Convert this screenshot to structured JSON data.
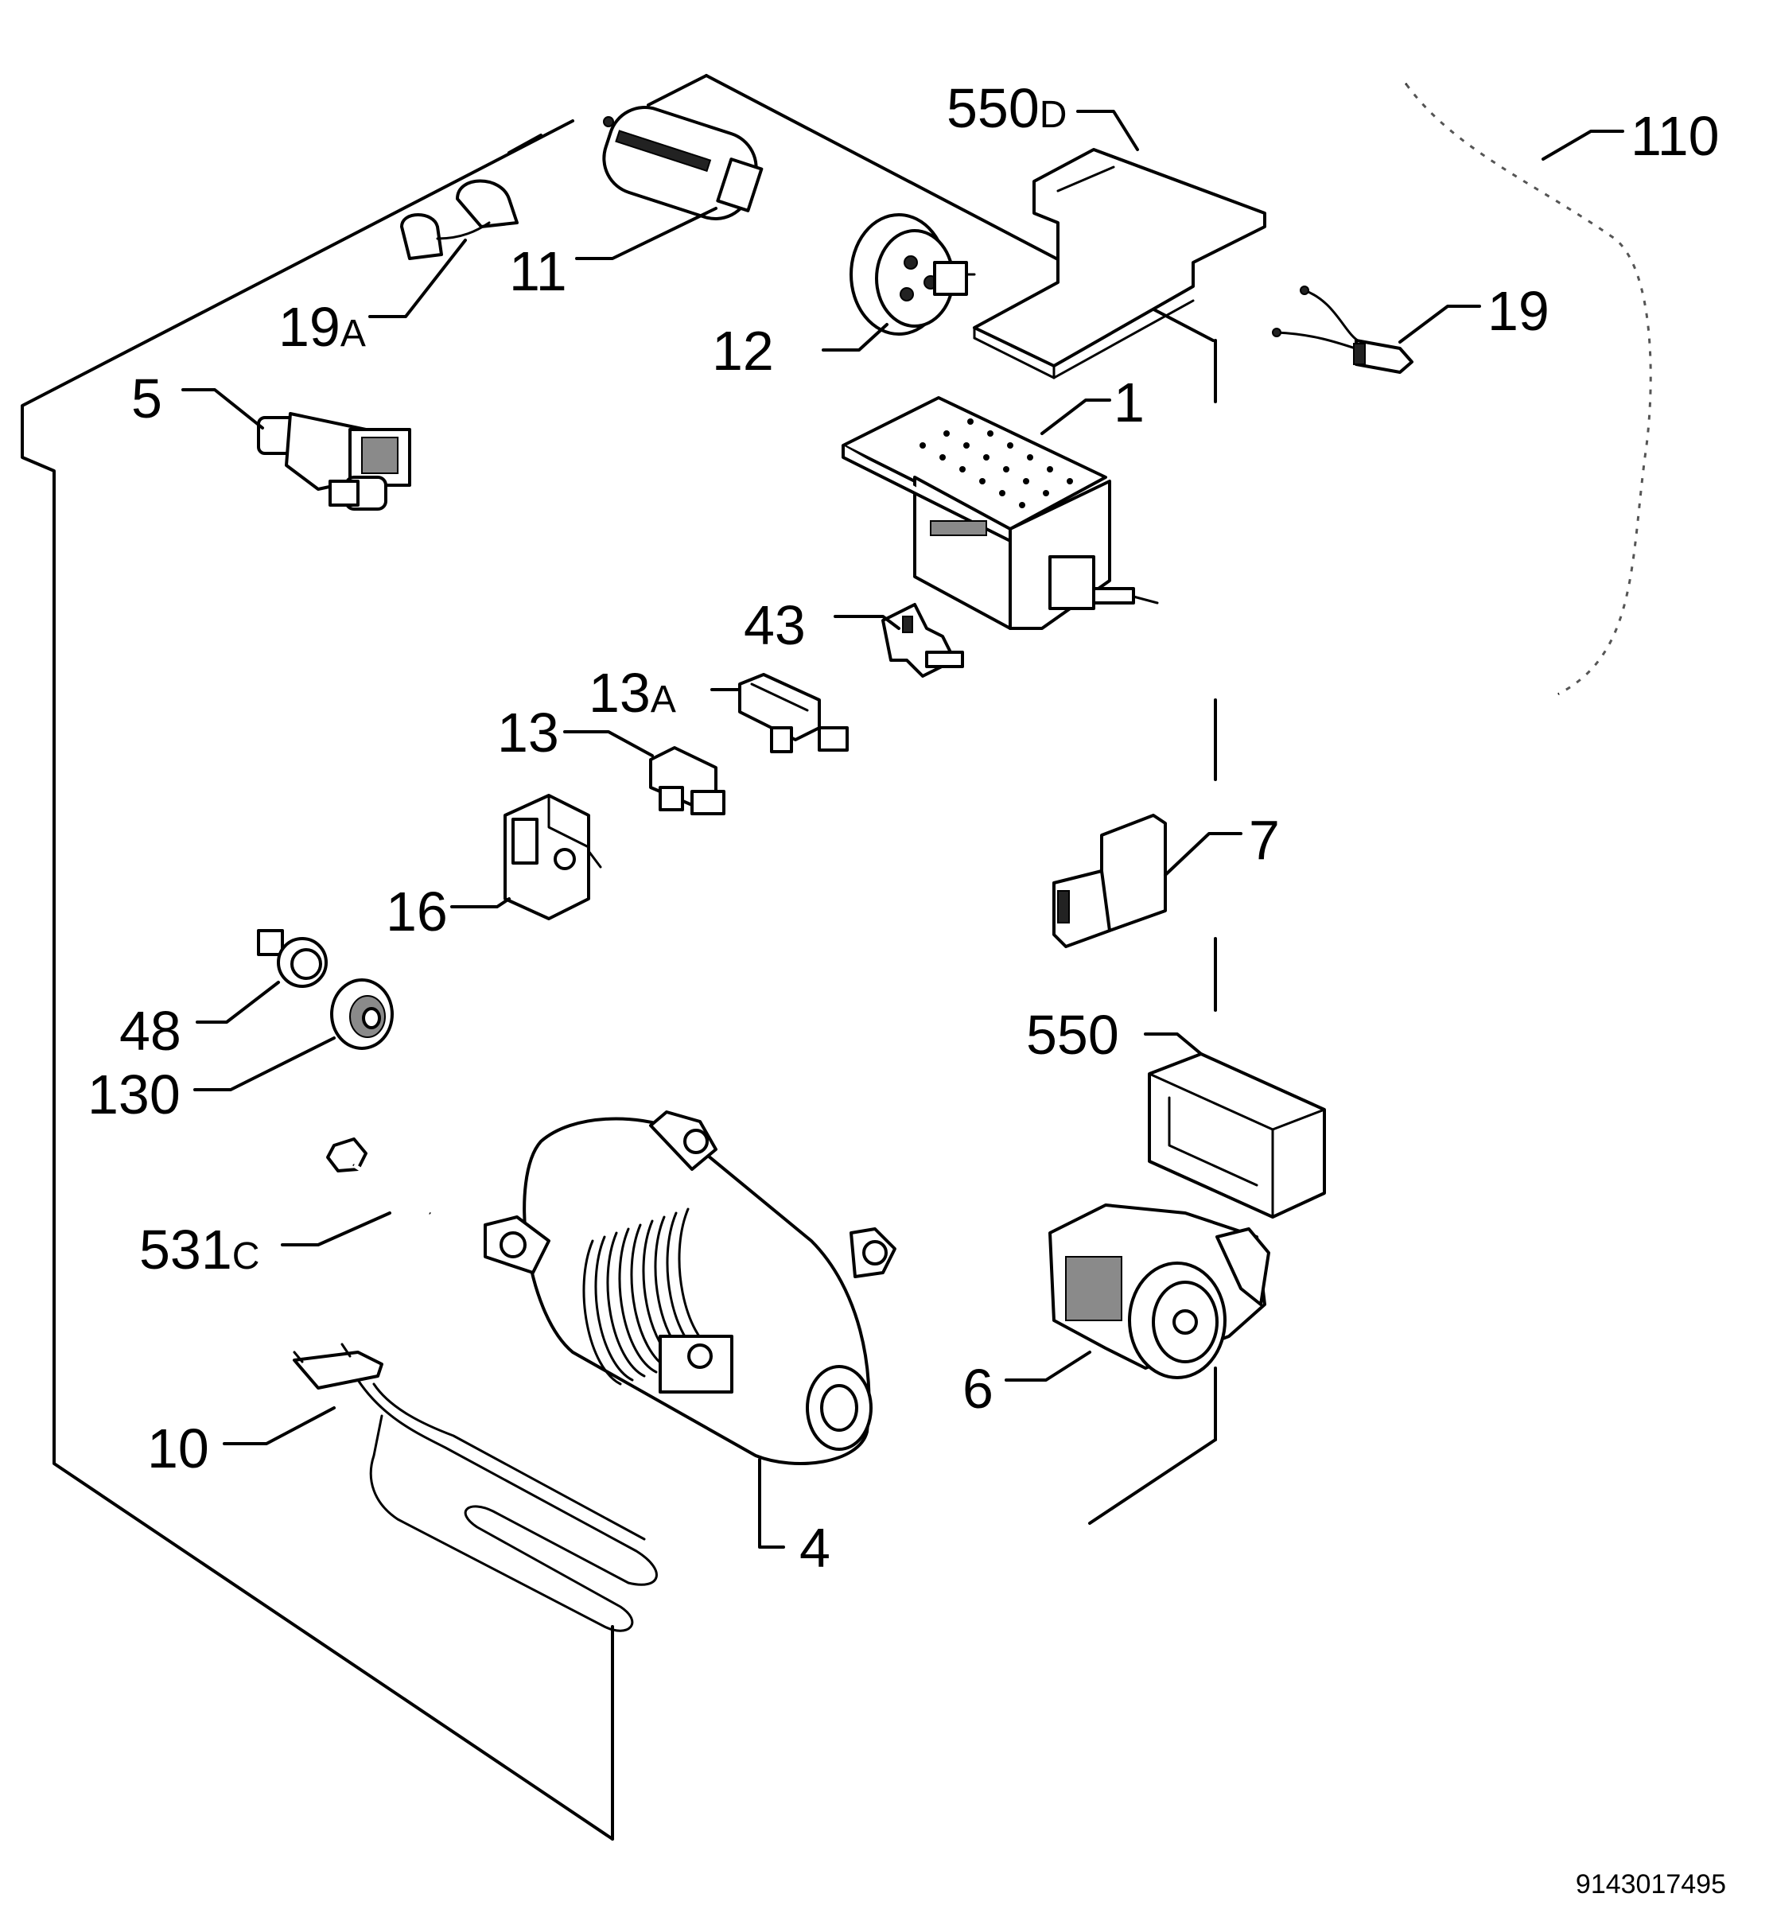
{
  "diagram": {
    "document_code": "9143017495",
    "labels": {
      "l550d": {
        "main": "550",
        "suffix": "D"
      },
      "l110": {
        "main": "110",
        "suffix": ""
      },
      "l11": {
        "main": "11",
        "suffix": ""
      },
      "l19a": {
        "main": "19",
        "suffix": "A"
      },
      "l12": {
        "main": "12",
        "suffix": ""
      },
      "l19": {
        "main": "19",
        "suffix": ""
      },
      "l5": {
        "main": "5",
        "suffix": ""
      },
      "l1": {
        "main": "1",
        "suffix": ""
      },
      "l43": {
        "main": "43",
        "suffix": ""
      },
      "l13a": {
        "main": "13",
        "suffix": "A"
      },
      "l13": {
        "main": "13",
        "suffix": ""
      },
      "l7": {
        "main": "7",
        "suffix": ""
      },
      "l16": {
        "main": "16",
        "suffix": ""
      },
      "l48": {
        "main": "48",
        "suffix": ""
      },
      "l130": {
        "main": "130",
        "suffix": ""
      },
      "l550": {
        "main": "550",
        "suffix": ""
      },
      "l531c": {
        "main": "531",
        "suffix": "C"
      },
      "l6": {
        "main": "6",
        "suffix": ""
      },
      "l10": {
        "main": "10",
        "suffix": ""
      },
      "l4": {
        "main": "4",
        "suffix": ""
      }
    }
  }
}
